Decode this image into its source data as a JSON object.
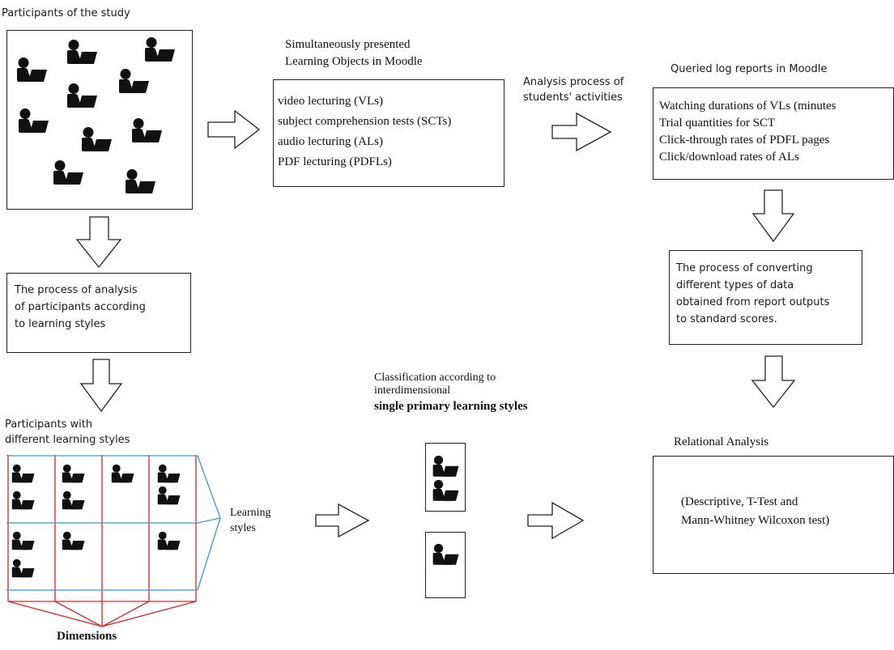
{
  "participants_title": "Participants of the study",
  "learning_objects": {
    "title": [
      "Simultaneously presented",
      "Learning Objects in Moodle"
    ],
    "items": [
      "video lecturing (VLs)",
      "subject comprehension tests (SCTs)",
      "audio lecturing (ALs)",
      "PDF lecturing  (PDFLs)"
    ]
  },
  "analysis_process_label": [
    "Analysis process of",
    "students' activities"
  ],
  "log_reports": {
    "title": "Queried log reports in Moodle",
    "items": [
      "Watching durations of VLs (minutes",
      "Trial quantities for SCT",
      "Click-through rates of PDFL pages",
      "Click/download rates of ALs"
    ]
  },
  "analysis_styles_box": [
    "The process of analysis",
    "of participants according",
    "to learning styles"
  ],
  "conversion_box": [
    "The process of converting",
    "different types of data",
    "obtained from report outputs",
    "to standard scores."
  ],
  "participants_styles_title": [
    "Participants with",
    "different learning styles"
  ],
  "learning_styles_label": [
    "Learning",
    "styles"
  ],
  "dimensions_label": "Dimensions",
  "classification": {
    "line1": "Classification according to",
    "line2": "interdimensional",
    "line3": "single primary learning styles"
  },
  "relational_title": "Relational Analysis",
  "relational_box": [
    "(Descriptive, T-Test and",
    "Mann-Whitney Wilcoxon test)"
  ],
  "colors": {
    "grid_blue": "#3399dd",
    "grid_red": "#dd2222",
    "stroke": "#222222",
    "icon": "#111111"
  },
  "icons": {
    "participant": "person-at-laptop-icon",
    "arrow": "hollow-arrow-icon"
  }
}
